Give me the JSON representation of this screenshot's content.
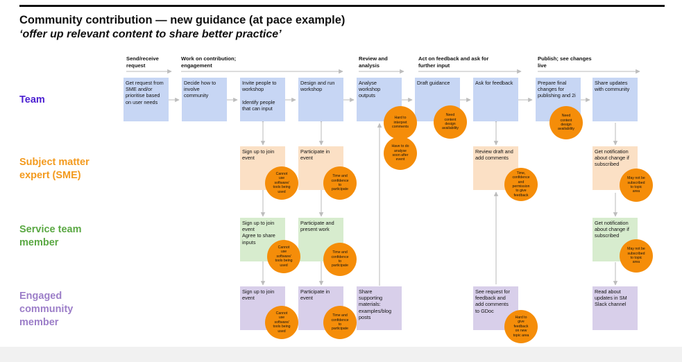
{
  "header": {
    "title": "Community contribution — new guidance (at pace example)",
    "subtitle": "‘offer up relevant content to share better practice’"
  },
  "phases": [
    "Send/receive\nrequest",
    "Work on contribution;\nengagement",
    "Review and\nanalysis",
    "Act on feedback and ask for\nfurther input",
    "Publish; see changes\nlive"
  ],
  "lanes": [
    {
      "label": "Team",
      "color": "#4b1fd1"
    },
    {
      "label": "Subject matter\nexpert (SME)",
      "color": "#f39a1e"
    },
    {
      "label": "Service team\nmember",
      "color": "#5aa843"
    },
    {
      "label": "Engaged\ncommunity\nmember",
      "color": "#9c7ec8"
    }
  ],
  "boxes": {
    "team": [
      "Get request from\nSME and/or\nprioritise based\non user needs",
      "Decide how to\ninvolve\ncommunity",
      "Invite people to\nworkshop\n\nIdentify people\nthat can input",
      "Design and run\nworkshop",
      "Analyse\nworkshop\noutputs",
      "Draft guidance",
      "Ask for feedback",
      "Prepare final\nchanges for\npublishing and 2i",
      "Share updates\nwith community"
    ],
    "sme": [
      "Sign up to join\nevent",
      "Participate in\nevent",
      "Review draft and\nadd comments",
      "Get notification\nabout change if\nsubscribed"
    ],
    "service": [
      "Sign up to join\nevent\nAgree to share\ninputs",
      "Participate and\npresent work",
      "Get notification\nabout change if\nsubscribed"
    ],
    "engaged": [
      "Sign up to join\nevent",
      "Participate in\nevent",
      "Share\nsupporting\nmaterials:\nexamples/blog\nposts",
      "See request for\nfeedback and\nadd comments\nto GDoc",
      "Read about\nupdates in SM\nSlack channel"
    ]
  },
  "pain_points": [
    "Hard to\ninterpret\ncomments",
    "Have to do\nanalyse\nsoon after\nevent",
    "Need\ncontent\ndesign\navailability",
    "Need\ncontent\ndesign\navailability",
    "Cannot\nuse\nsoftware/\ntools being\nused",
    "Time and\nconfidence\nto\nparticipate",
    "Time,\nconfidence\nand\npermission\nto give\nfeedback",
    "May not be\nsubscribed\nto topic\narea",
    "Cannot\nuse\nsoftware/\ntools being\nused",
    "Time and\nconfidence\nto\nparticipate",
    "May not be\nsubscribed\nto topic\narea",
    "Cannot\nuse\nsoftware/\ntools being\nused",
    "Time and\nconfidence\nto\nparticipate",
    "Hard to\ngive\nfeedback\non new\ntopic area"
  ]
}
